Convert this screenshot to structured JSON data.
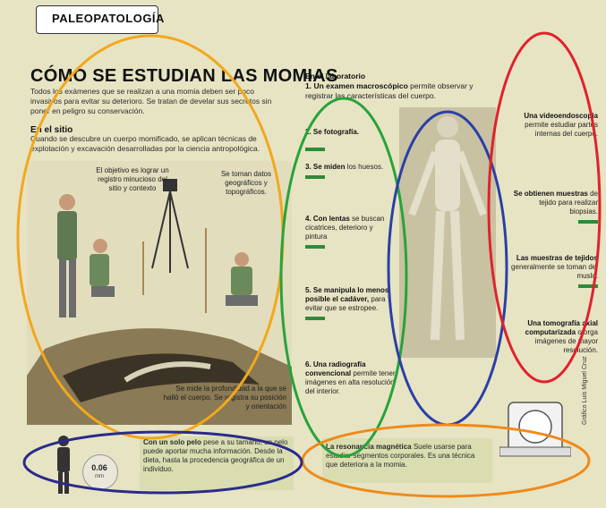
{
  "header": {
    "label": "PALEOPATOLOGÍA"
  },
  "main": {
    "title": "CÓMO SE ESTUDIAN LAS MOMIAS",
    "intro": "Todos los exámenes que se realizan a una momia deben ser poco invasivos para evitar su deterioro. Se tratan de develar sus secretos sin poner en peligro su conservación."
  },
  "site": {
    "heading": "En el sitio",
    "text": "Cuando se descubre un cuerpo momificado, se aplican técnicas de explotación y excavación desarrolladas por la ciencia antropológica.",
    "note_objective": "El objetivo es lograr un registro minucioso del sitio y contexto",
    "note_geo": "Se toman datos geográficos y topográficos.",
    "note_depth": "Se mide la profundidad a la que se halló el cuerpo. Se registra su posición y orientación"
  },
  "lab": {
    "title": "En el laboratorio",
    "step1_bold": "1. Un examen macroscópico",
    "step1_rest": " permite observar y registrar las características del cuerpo.",
    "step2_bold": "2. Se fotografía.",
    "step3_bold": "3. Se miden",
    "step3_rest": " los huesos.",
    "step4_bold": "4. Con lentas",
    "step4_rest": " se buscan cicatrices, deterioro y pintura",
    "step5_bold": "5. Se manipula lo menos posible el cadáver,",
    "step5_rest": " para evitar que se estropee.",
    "step6_bold": "6. Una radiografía convencional",
    "step6_rest": " permite tener imágenes en alta resolución del interior.",
    "right1_bold": "Una videoendoscopia",
    "right1_rest": " permite estudiar partes internas del cuerpo.",
    "right2_bold": "Se obtienen muestras",
    "right2_rest": " de tejido para realizar biopsias.",
    "right3_bold": "Las muestras de tejidos",
    "right3_rest": " generalmente se toman del muslo.",
    "right4_bold": "Una tomografía axial computarizada",
    "right4_rest": " otorga imágenes de mayor resolución."
  },
  "bottom": {
    "hair_bold": "Con un solo pelo",
    "hair_rest": " pese a su tamaño, un pelo puede aportar mucha información. Desde la dieta, hasta la procedencia geográfica de un individuo.",
    "coin_value": "0.06",
    "coin_unit": "mm",
    "mri_bold": "La resonancia magnética",
    "mri_rest": " Suele usarse para estudiar segmentos corporales. Es una técnica que deteriora a la momia.",
    "credit": "Gráfico Luis Miguel Cruz"
  },
  "overlay_colors": {
    "yellow": "#f2a81d",
    "green": "#27a33a",
    "blue": "#2b3fa8",
    "red": "#e0222b",
    "orange": "#f08a18",
    "navy": "#2a2a8c"
  }
}
